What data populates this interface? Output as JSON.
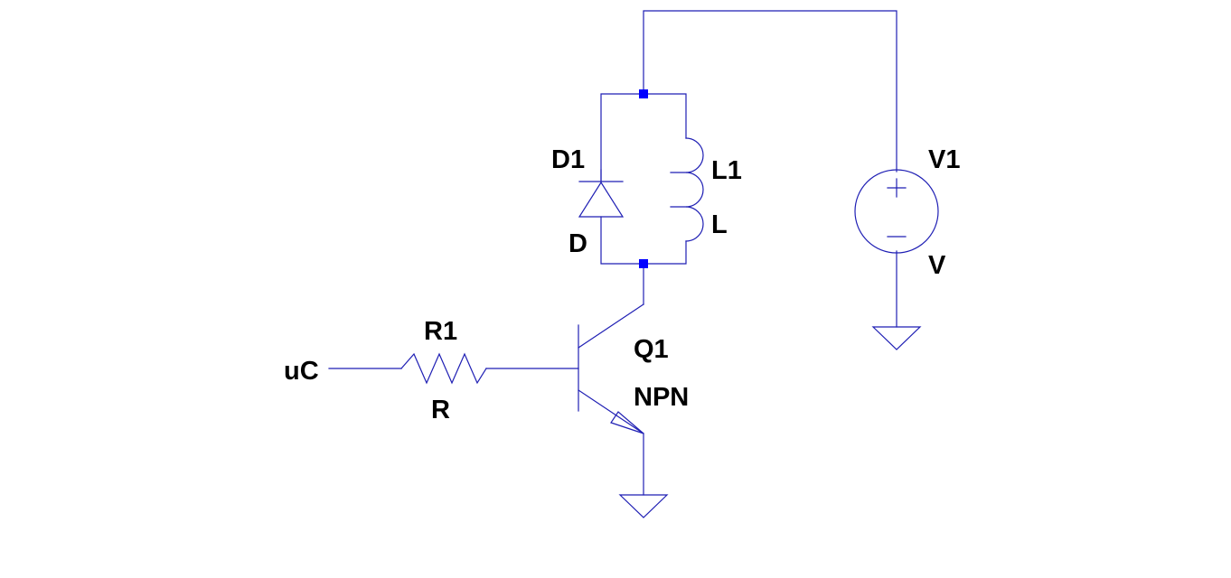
{
  "colors": {
    "wire": "#1f1fb4",
    "junction": "#0000ff",
    "text": "#000000",
    "background": "#ffffff"
  },
  "components": {
    "d1": {
      "ref": "D1",
      "value": "D",
      "type": "diode"
    },
    "l1": {
      "ref": "L1",
      "value": "L",
      "type": "inductor"
    },
    "v1": {
      "ref": "V1",
      "value": "V",
      "type": "voltage-source"
    },
    "q1": {
      "ref": "Q1",
      "value": "NPN",
      "type": "npn-transistor"
    },
    "r1": {
      "ref": "R1",
      "value": "R",
      "type": "resistor"
    }
  },
  "nets": {
    "input_label": "uC"
  },
  "icons": [
    "diode-icon",
    "inductor-icon",
    "voltage-source-icon",
    "npn-transistor-icon",
    "resistor-icon",
    "ground-icon"
  ]
}
